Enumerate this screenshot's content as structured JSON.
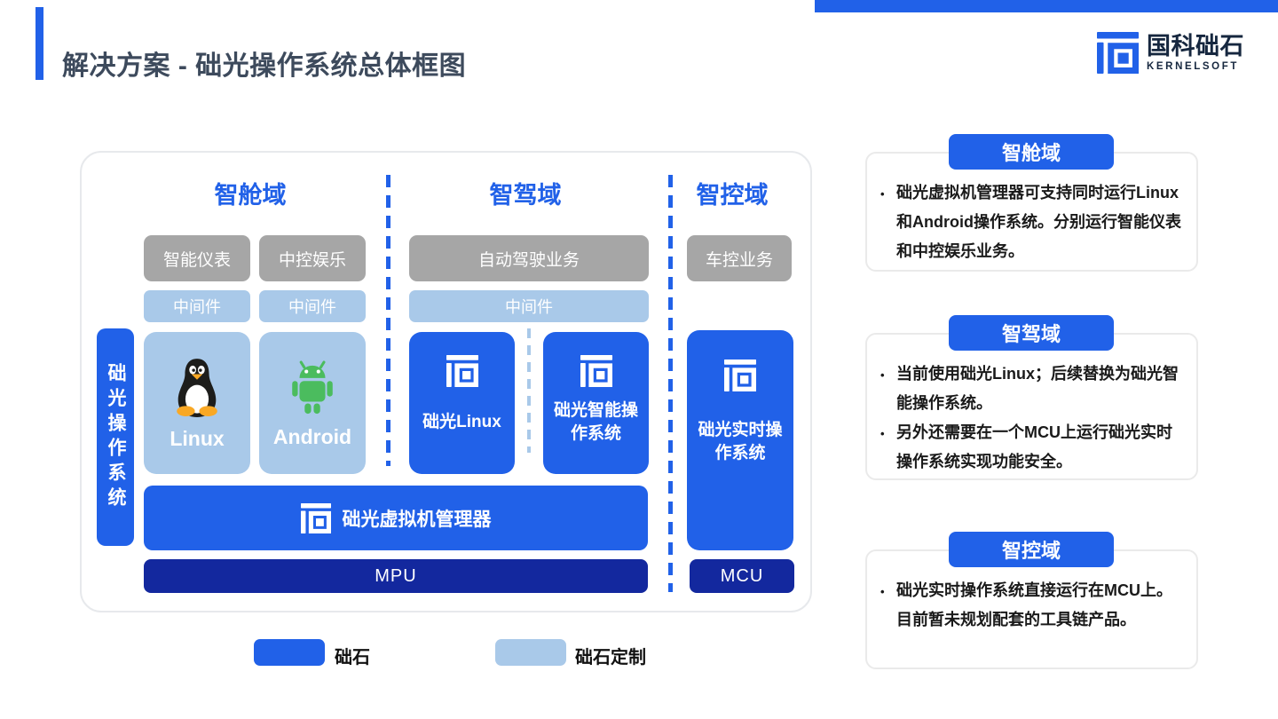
{
  "colors": {
    "primary": "#2161e8",
    "light": "#a9c9e9",
    "gray": "#a6a6a6",
    "navy": "#13289e",
    "accent_text": "#1b5ce8"
  },
  "header": {
    "title": "解决方案 - 础光操作系统总体框图"
  },
  "logo": {
    "name": "国科础石",
    "subname": "KERNELSOFT"
  },
  "diagram": {
    "columns": [
      {
        "title": "智舱域"
      },
      {
        "title": "智驾域"
      },
      {
        "title": "智控域"
      }
    ],
    "boxes": {
      "smart_meter": "智能仪表",
      "infotainment": "中控娱乐",
      "auto_driving": "自动驾驶业务",
      "vehicle_control": "车控业务",
      "middleware1": "中间件",
      "middleware2": "中间件",
      "middleware3": "中间件",
      "chuguang_os_vertical": "础光操作系统",
      "linux": "Linux",
      "android": "Android",
      "chuguang_linux": "础光Linux",
      "chuguang_intelligent": "础光智能操作系统",
      "chuguang_rtos": "础光实时操作系统",
      "hypervisor": "础光虚拟机管理器",
      "mpu": "MPU",
      "mcu": "MCU"
    },
    "legend": [
      {
        "label": "础石"
      },
      {
        "label": "础石定制"
      }
    ]
  },
  "info_sections": [
    {
      "title": "智舱域",
      "bullets": [
        "础光虚拟机管理器可支持同时运行Linux和Android操作系统。分别运行智能仪表和中控娱乐业务。"
      ]
    },
    {
      "title": "智驾域",
      "bullets": [
        "当前使用础光Linux；后续替换为础光智能操作系统。",
        "另外还需要在一个MCU上运行础光实时操作系统实现功能安全。"
      ]
    },
    {
      "title": "智控域",
      "bullets": [
        "础光实时操作系统直接运行在MCU上。目前暂未规划配套的工具链产品。"
      ]
    }
  ]
}
